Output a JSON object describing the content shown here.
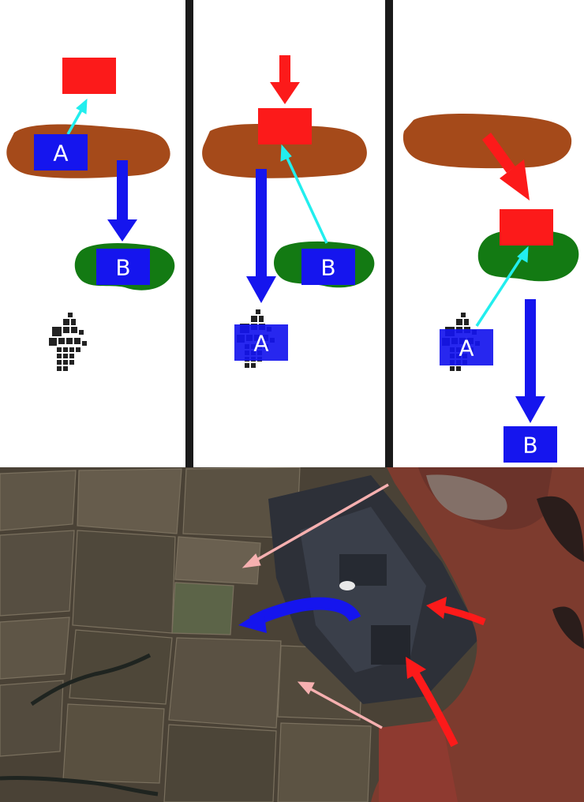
{
  "colors": {
    "attack_red": "#fc1a1a",
    "unit_blue": "#1515ee",
    "arrow_cyan": "#22eeee",
    "ridge_brown": "#a54a1a",
    "forest_green": "#137a13",
    "divider": "#1a1a1a",
    "map_arrow_pink": "#f6b0b0"
  },
  "panels": [
    {
      "unit_a": "A",
      "unit_b": "B"
    },
    {
      "unit_a": "A",
      "unit_b": "B"
    },
    {
      "unit_a": "A",
      "unit_b": "B"
    }
  ],
  "icons": [
    "town-icon",
    "arrow-icon"
  ]
}
